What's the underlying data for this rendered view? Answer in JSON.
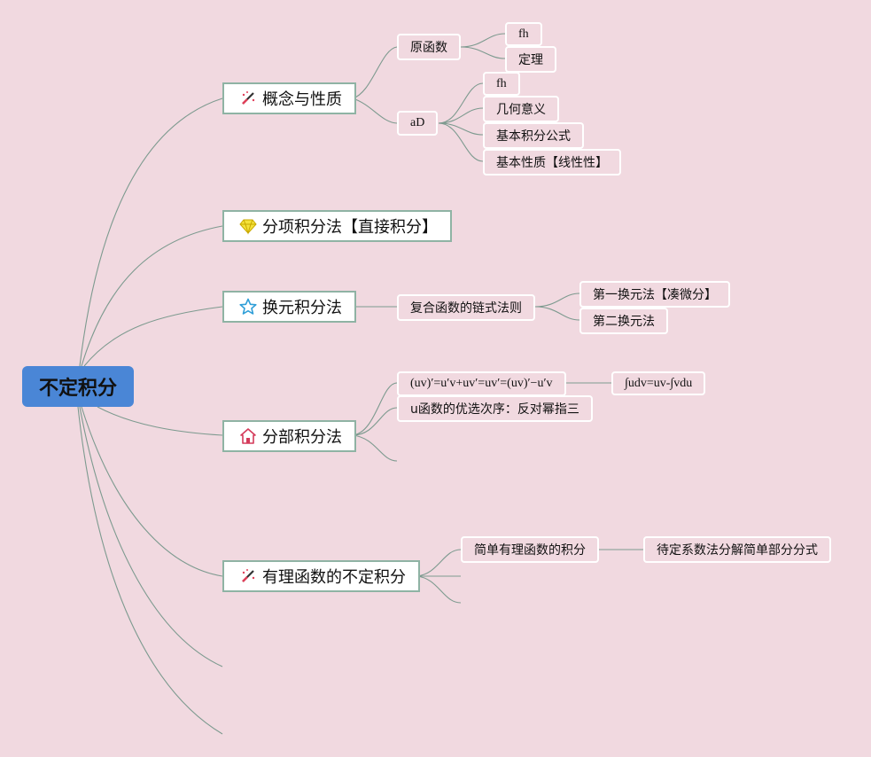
{
  "root": {
    "label": "不定积分"
  },
  "topics": [
    {
      "label": "概念与性质",
      "icon": "magic-wand-icon"
    },
    {
      "label": "分项积分法【直接积分】",
      "icon": "diamond-icon"
    },
    {
      "label": "换元积分法",
      "icon": "star-icon"
    },
    {
      "label": "分部积分法",
      "icon": "house-icon"
    },
    {
      "label": "有理函数的不定积分",
      "icon": "magic-wand-icon"
    }
  ],
  "concept": {
    "antiderivative": {
      "label": "原函数",
      "children": [
        "fh",
        "定理"
      ]
    },
    "indefinite": {
      "label": "aD",
      "children": [
        "fh",
        "几何意义",
        "基本积分公式",
        "基本性质【线性性】"
      ]
    }
  },
  "substitution": {
    "label": "复合函数的链式法则",
    "children": [
      "第一换元法【凑微分】",
      "第二换元法"
    ]
  },
  "parts": {
    "formula": "(uv)′=u′v+uv′=uv′=(uv)′−u′v",
    "formula_child": "∫udv=uv-∫vdu",
    "order": "u函数的优选次序：反对幂指三"
  },
  "rational": {
    "label": "简单有理函数的积分",
    "child": "待定系数法分解简单部分分式"
  },
  "colors": {
    "background": "#f1d9e0",
    "root_fill": "#4a86d6",
    "topic_border": "#8fb3a4",
    "connector": "#7d9a8f",
    "subtopic_border": "#ffffff"
  }
}
